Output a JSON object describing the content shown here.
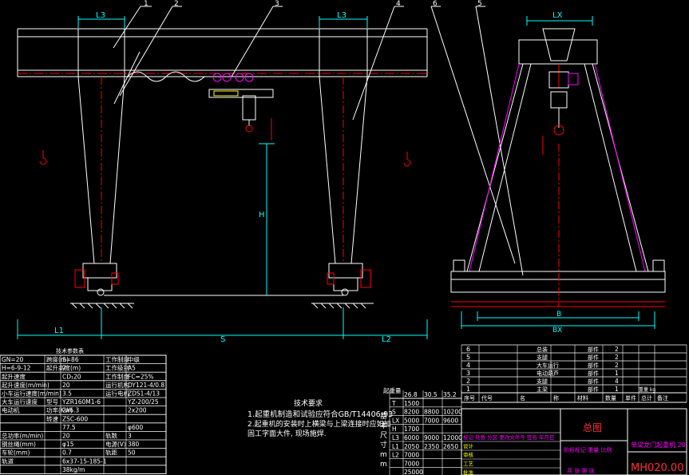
{
  "dimensions": {
    "l3_left": "L3",
    "l3_right": "L3",
    "lx": "LX",
    "l1": "L1",
    "s": "S",
    "l2": "L2",
    "h": "H",
    "b": "B",
    "bx": "BX"
  },
  "balloons": [
    "1",
    "2",
    "3",
    "4",
    "6",
    "5"
  ],
  "tech_notes": {
    "title": "技术要求",
    "line1": "1.起重机制造和试验应符合GB/T14406-93",
    "line2": "2.起重机的安装时上横梁与上梁连接时应如加",
    "line3": "  固工字面大件, 现场施焊."
  },
  "params_table": {
    "title": "技术参数表",
    "rows": [
      [
        "GN=20",
        "跨度(m)",
        "S=86",
        "工作制度",
        "中级"
      ],
      [
        "H=6-9-12",
        "起升高度(m)",
        "7",
        "工作级别",
        "A5"
      ],
      [
        "起升速度",
        "",
        "CD₁20",
        "工作制度",
        "FC=25%"
      ],
      [
        "起升速度(m/min)",
        "",
        "20",
        "运行机构",
        "DY121-4/0.8"
      ],
      [
        "小车运行速度(m/min)",
        "",
        "3.5",
        "运行电机",
        "ZDS1-4/13"
      ],
      [
        "大车运行速度",
        "型号",
        "YZR160M1-6",
        "",
        "YZ-200/25"
      ],
      [
        "电动机",
        "功率(KW)",
        "2x6.3",
        "",
        "2x200"
      ],
      [
        "",
        "转速",
        "ZSC-600",
        "",
        ""
      ],
      [
        "",
        "",
        "77.5",
        "",
        "φ600"
      ],
      [
        "总功率(m/min)",
        "",
        "20",
        "轨数",
        "3"
      ],
      [
        "钢丝绳(mm)",
        "",
        "φ15",
        "电源(V)",
        "380"
      ],
      [
        "车轮(mm)",
        "",
        "0.7",
        "轨距",
        "50"
      ],
      [
        "轨道",
        "",
        "6x37-15-185-1",
        "",
        ""
      ],
      [
        "",
        "",
        "38kg/m",
        "",
        ""
      ]
    ]
  },
  "dim_table": {
    "header_label": "起重量",
    "header": [
      "26.8",
      "30.5",
      "35.2"
    ],
    "row_labels": [
      "T",
      "S",
      "LX",
      "H",
      "L3",
      "L1",
      "L2"
    ],
    "rows": [
      [
        "1500",
        "",
        ""
      ],
      [
        "8200",
        "8800",
        "10200"
      ],
      [
        "5000",
        "7000",
        "9600"
      ],
      [
        "1700",
        "",
        ""
      ],
      [
        "6000",
        "9000",
        "12000"
      ],
      [
        "2050",
        "2350",
        "2650"
      ],
      [
        "7000",
        "",
        ""
      ],
      [
        "7000",
        "",
        ""
      ],
      [
        "25000",
        "",
        ""
      ]
    ],
    "side_label": "基本尺寸 mm"
  },
  "bom": {
    "rows": [
      [
        "6",
        "",
        "",
        "",
        "总装",
        "部件",
        "2",
        ""
      ],
      [
        "5",
        "",
        "",
        "",
        "支腿",
        "部件",
        "2",
        ""
      ],
      [
        "4",
        "",
        "",
        "",
        "大车运行",
        "部件",
        "2",
        ""
      ],
      [
        "3",
        "",
        "",
        "",
        "电动葫芦",
        "部件",
        "1",
        ""
      ],
      [
        "2",
        "",
        "",
        "",
        "支腿",
        "部件",
        "4",
        ""
      ],
      [
        "1",
        "",
        "",
        "",
        "主梁",
        "部件",
        "1",
        ""
      ]
    ],
    "header": [
      "序号",
      "代号",
      "名",
      "称",
      "材料",
      "数量",
      "单件",
      "总计",
      "备注"
    ],
    "weight_unit": "重量 kg"
  },
  "title_block": {
    "title": "总图",
    "product": "单梁龙门起重机",
    "year": "20",
    "drawing_no": "MH020.00",
    "sign_rows": [
      "标记 处数 分区 更改文件号 签名 年月日",
      "设计",
      "审核",
      "工艺",
      "批准"
    ],
    "stage_labels": "阶段标记 重量 比例",
    "sheet": "共 张 第 张"
  },
  "colors": {
    "background": "#000000",
    "outline": "#ffffff",
    "dimension": "#00ffff",
    "center_line": "#ff0000",
    "balloon": "#ffffff",
    "magenta": "#ff00ff",
    "title_red": "#ff3030",
    "yellow": "#ffff00",
    "green": "#00ff00"
  }
}
